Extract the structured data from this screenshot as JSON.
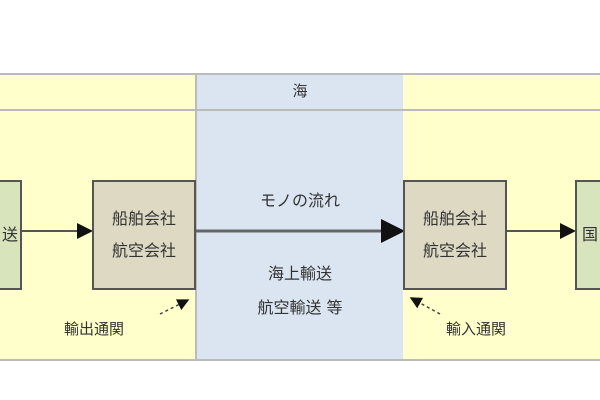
{
  "header": {
    "sea_label": "海"
  },
  "left_box": {
    "text": "送"
  },
  "export_company": {
    "line1": "船舶会社",
    "line2": "航空会社"
  },
  "import_company": {
    "line1": "船舶会社",
    "line2": "航空会社"
  },
  "right_box": {
    "text": "国"
  },
  "flow": {
    "label": "モノの流れ",
    "transport_line1": "海上輸送",
    "transport_line2": "航空輸送 等"
  },
  "customs": {
    "export": "輸出通関",
    "import": "輸入通関"
  },
  "colors": {
    "domestic": "#ffffcc",
    "sea": "#dbe5f1",
    "company": "#ddd9c3",
    "party": "#d7e4bc"
  }
}
